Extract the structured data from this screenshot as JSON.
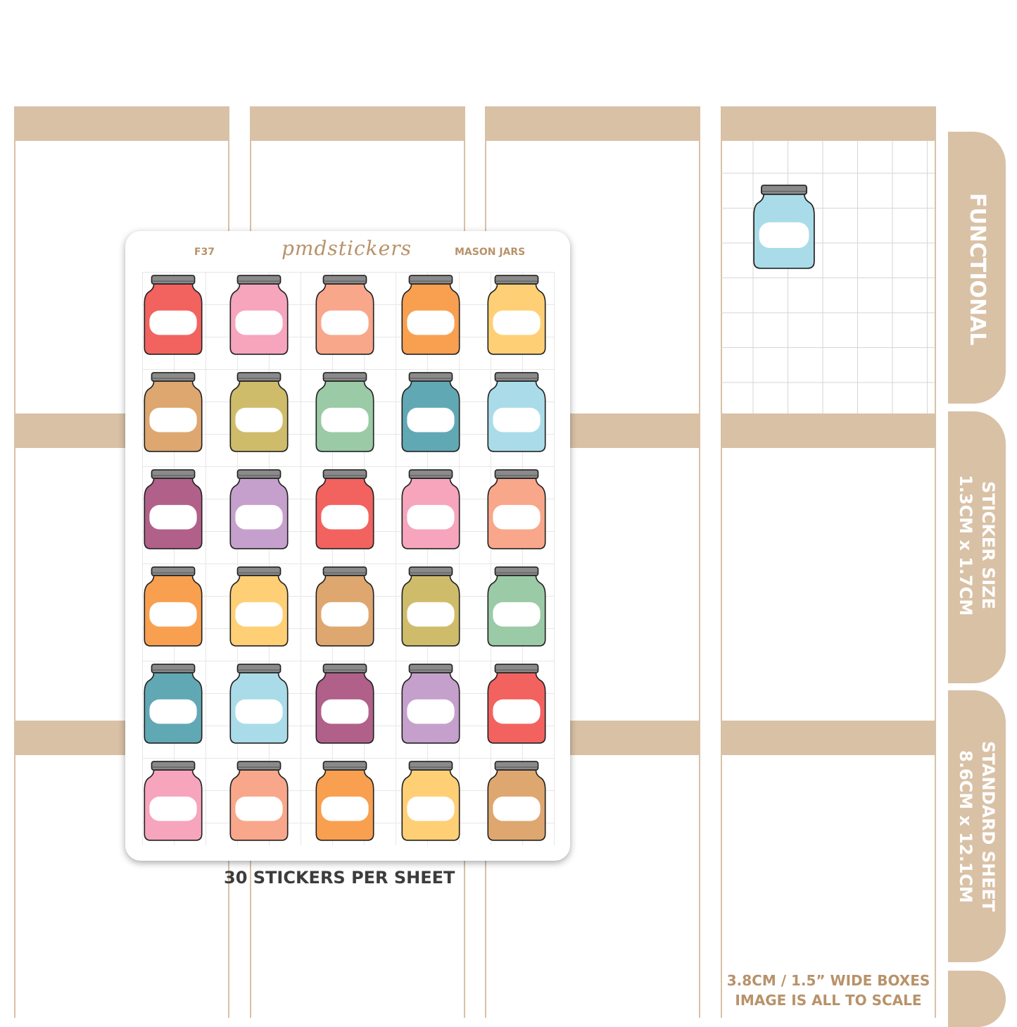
{
  "sheet": {
    "code": "F37",
    "brand": "pmdstickers",
    "title": "MASON JARS",
    "jar_colors": [
      [
        "#f2625f",
        "#f7a4bd",
        "#f8a78a",
        "#f8a04f",
        "#fecf75"
      ],
      [
        "#dea76f",
        "#cfbc6a",
        "#9bcaa6",
        "#61a8b5",
        "#a9dce8"
      ],
      [
        "#b1608a",
        "#c6a0cc",
        "#f2625f",
        "#f7a4bd",
        "#f8a78a"
      ],
      [
        "#f8a04f",
        "#fecf75",
        "#dea76f",
        "#cfbc6a",
        "#9bcaa6"
      ],
      [
        "#61a8b5",
        "#a9dce8",
        "#b1608a",
        "#c6a0cc",
        "#f2625f"
      ],
      [
        "#f7a4bd",
        "#f8a78a",
        "#f8a04f",
        "#fecf75",
        "#dea76f"
      ]
    ]
  },
  "sample_jar_color": "#a9dce8",
  "per_sheet_caption": "30 STICKERS PER SHEET",
  "tabs": {
    "functional": "FUNCTIONAL",
    "sticker_size_label": "STICKER SIZE",
    "sticker_size_value": "1.3CM x 1.7CM",
    "sheet_size_label": "STANDARD SHEET",
    "sheet_size_value": "8.6CM x 12.1CM"
  },
  "footer": {
    "line1": "3.8CM / 1.5” WIDE BOXES",
    "line2": "IMAGE IS ALL TO SCALE"
  },
  "colors": {
    "accent": "#d9c1a6",
    "accent_text": "#b8926a",
    "caption_text": "#3c3c3c",
    "lid": "#8a8a8a"
  }
}
